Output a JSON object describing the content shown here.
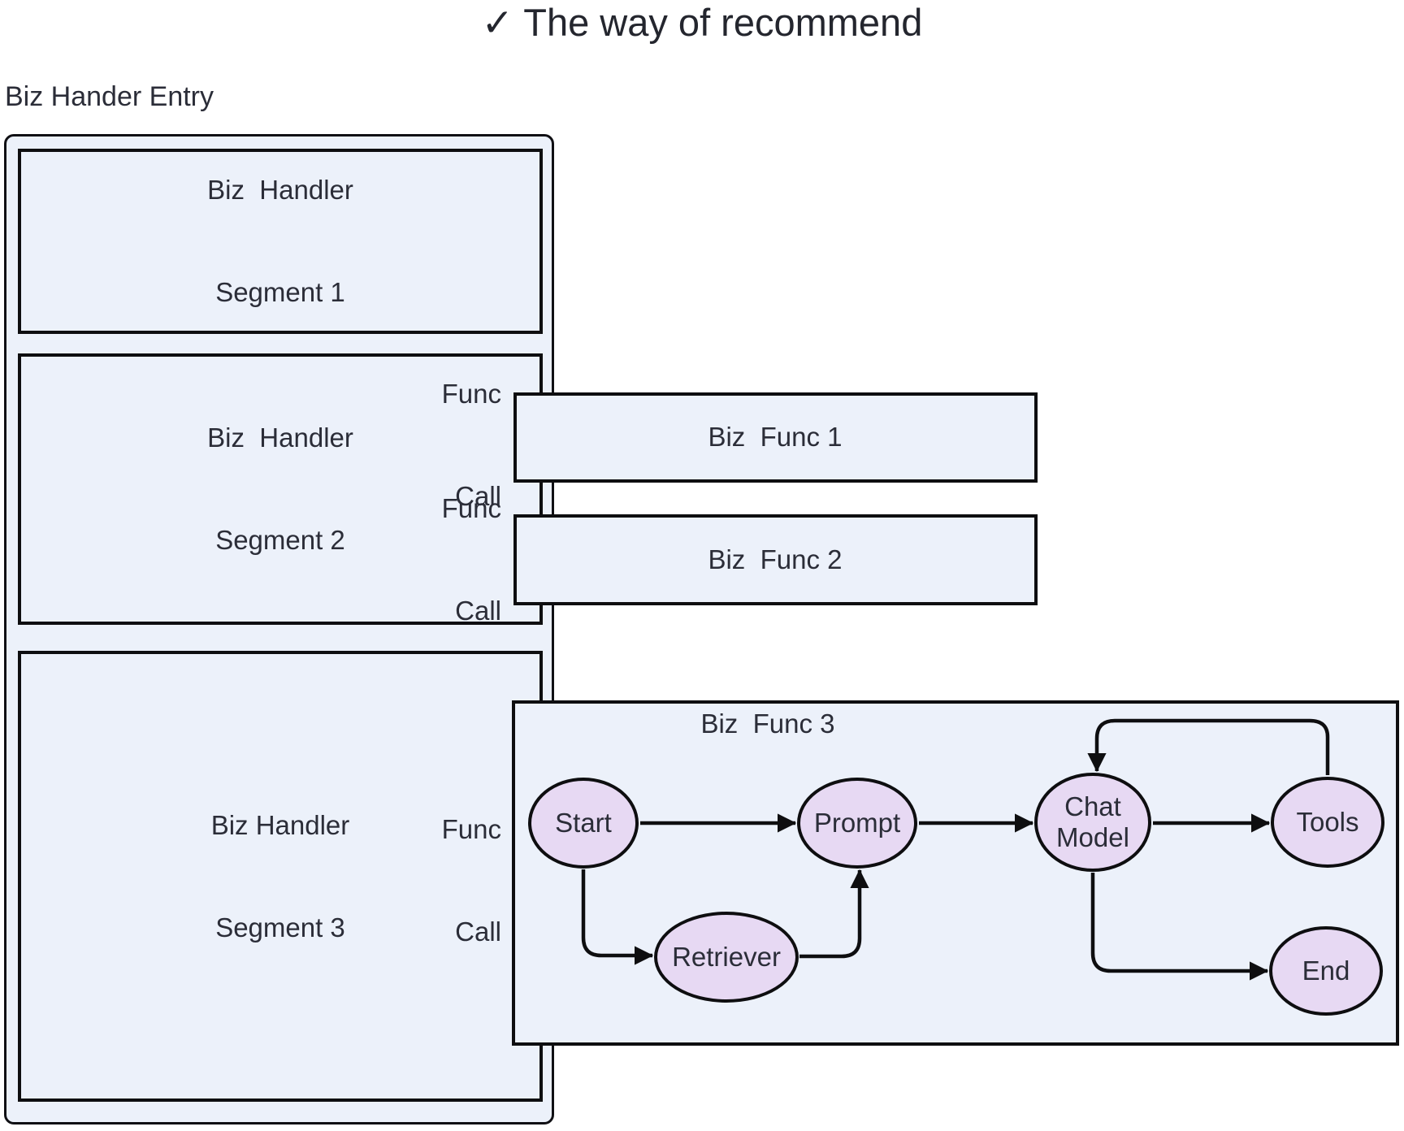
{
  "title": "✓ The way of recommend",
  "entry_label": "Biz Hander Entry",
  "segments": [
    {
      "line1": "Biz  Handler",
      "line2": "Segment 1"
    },
    {
      "line1": "Biz  Handler",
      "line2": "Segment 2"
    },
    {
      "line1": "Biz Handler",
      "line2": "Segment 3"
    }
  ],
  "func_calls": [
    {
      "line1": "Func",
      "line2": "Call"
    },
    {
      "line1": "Func",
      "line2": "Call"
    },
    {
      "line1": "Func",
      "line2": "Call"
    }
  ],
  "func_boxes": [
    {
      "label": "Biz  Func 1"
    },
    {
      "label": "Biz  Func 2"
    },
    {
      "label": "Biz  Func 3"
    }
  ],
  "flow_nodes": {
    "start": {
      "label": "Start"
    },
    "retriever": {
      "label": "Retriever"
    },
    "prompt": {
      "label": "Prompt"
    },
    "chat_model": {
      "line1": "Chat",
      "line2": "Model"
    },
    "tools": {
      "label": "Tools"
    },
    "end": {
      "label": "End"
    }
  },
  "flow_edges": [
    {
      "from": "Start",
      "to": "Prompt"
    },
    {
      "from": "Start",
      "to": "Retriever"
    },
    {
      "from": "Retriever",
      "to": "Prompt"
    },
    {
      "from": "Prompt",
      "to": "Chat Model"
    },
    {
      "from": "Chat Model",
      "to": "Tools"
    },
    {
      "from": "Tools",
      "to": "Chat Model"
    },
    {
      "from": "Chat Model",
      "to": "End"
    }
  ],
  "colors": {
    "box_fill": "#ecf1fa",
    "node_fill": "#e7d9f3",
    "line": "#0e0e10",
    "text": "#2b2d38"
  }
}
